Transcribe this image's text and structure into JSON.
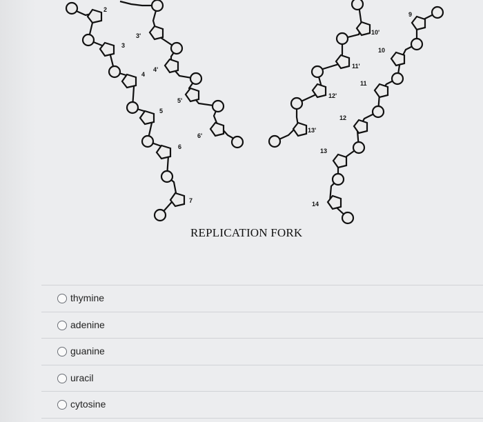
{
  "figure": {
    "caption": "REPLICATION FORK",
    "left_strand": {
      "numbers": [
        "2",
        "3",
        "4",
        "5",
        "6",
        "7"
      ],
      "primed_numbers": [
        "3'",
        "4'",
        "5'",
        "6'"
      ]
    },
    "right_strand": {
      "numbers": [
        "9",
        "10",
        "11",
        "12",
        "13",
        "14"
      ],
      "primed_numbers": [
        "10'",
        "11'",
        "12'",
        "13'"
      ]
    }
  },
  "question": {
    "choices": [
      {
        "label": "thymine"
      },
      {
        "label": "adenine"
      },
      {
        "label": "guanine"
      },
      {
        "label": "uracil"
      },
      {
        "label": "cytosine"
      }
    ]
  }
}
